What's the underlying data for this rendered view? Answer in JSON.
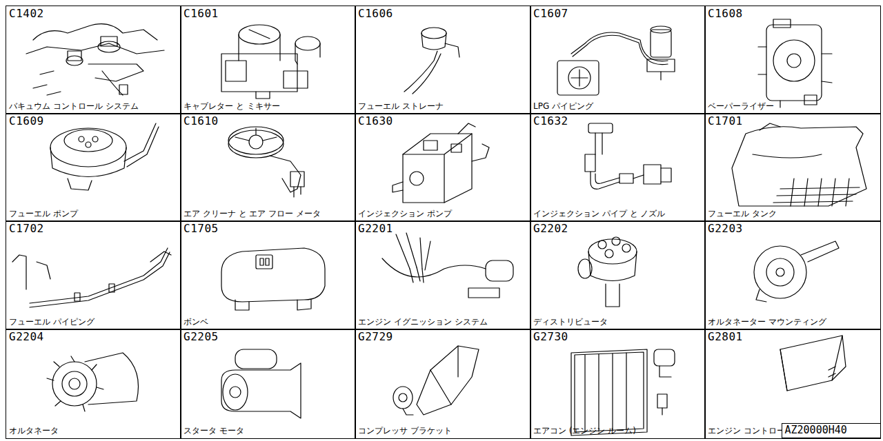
{
  "diagram": {
    "nodes": [
      {
        "text": [
          "C1402",
          "バキュウム コントロール システム"
        ]
      },
      {
        "text": [
          "C1601",
          "キャブレター と ミキサー"
        ]
      },
      {
        "text": [
          "C1606",
          "フューエル ストレーナ"
        ]
      },
      {
        "text": [
          "C1607",
          "LPG パイピング"
        ]
      },
      {
        "text": [
          "C1608",
          "ベーパーライザー"
        ]
      },
      {
        "text": [
          "C1609",
          "フューエル ポンプ"
        ]
      },
      {
        "text": [
          "C1610",
          "エア クリーナ と エア フロー メータ"
        ]
      },
      {
        "text": [
          "C1630",
          "インジェクション ポンプ"
        ]
      },
      {
        "text": [
          "C1632",
          "インジェクション パイプ と ノズル"
        ]
      },
      {
        "text": [
          "C1701",
          "フューエル タンク"
        ]
      },
      {
        "text": [
          "C1702",
          "フューエル パイピング"
        ]
      },
      {
        "text": [
          "C1705",
          "ボンベ"
        ]
      },
      {
        "text": [
          "G2201",
          "エンジン イグニッション システム"
        ]
      },
      {
        "text": [
          "G2202",
          "ディストリビュータ"
        ]
      },
      {
        "text": [
          "G2203",
          "オルタネーター マウンティング"
        ]
      },
      {
        "text": [
          "G2204",
          "オルタネータ"
        ]
      },
      {
        "text": [
          "G2205",
          "スタータ モータ"
        ]
      },
      {
        "text": [
          "G2729",
          "コンプレッサ ブラケット"
        ]
      },
      {
        "text": [
          "G2730",
          "エアコン (エンジン ルーム)"
        ]
      },
      {
        "text": [
          "G2801",
          "エンジン コントロール ユニット"
        ]
      },
      {
        "text": [
          "AZ20000H40"
        ]
      }
    ]
  }
}
